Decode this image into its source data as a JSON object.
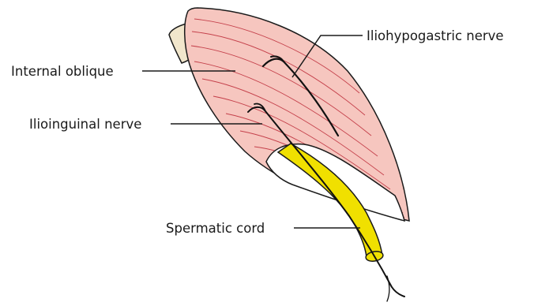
{
  "labels": {
    "internal_oblique": "Internal oblique",
    "iliohypogastric_nerve": "Iliohypogastric nerve",
    "ilioinguinal_nerve": "Ilioinguinal nerve",
    "spermatic_cord": "Spermatic cord"
  },
  "colors": {
    "muscle_fill": "#f6c6bf",
    "muscle_outline": "#1a1a1a",
    "muscle_fibers": "#b81f2e",
    "bone": "#f1e6cc",
    "cord_fill": "#f0e000",
    "nerve": "#111111"
  }
}
